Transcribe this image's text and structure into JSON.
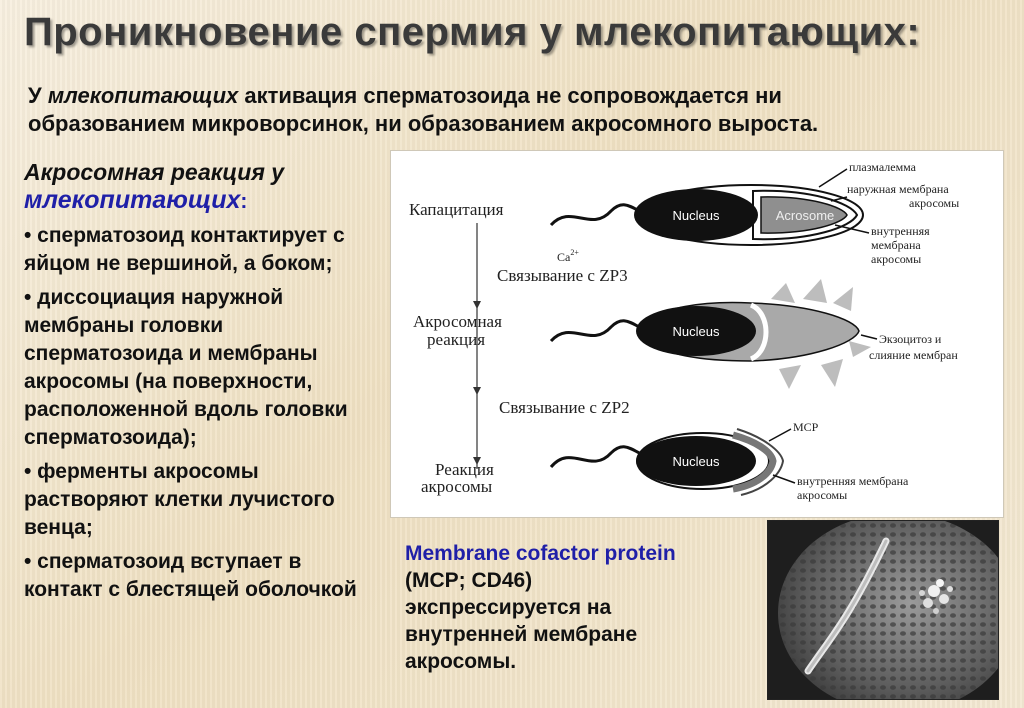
{
  "title": "Проникновение спермия у млекопитающих:",
  "intro": {
    "prefix": "У ",
    "emph": "млекопитающих",
    "line1_rest": " активация сперматозоида не сопровождается ни",
    "line2": "образованием микроворсинок, ни образованием акросомного выроста."
  },
  "left": {
    "heading_line1": "Акросомная реакция у",
    "heading_line2": "млекопитающих",
    "heading_colon": ":",
    "bullets": [
      "• сперматозоид контактирует с яйцом не вершиной, а боком;",
      "• диссоциация наружной мембраны головки сперматозоида и мембраны акросомы (на поверхности, расположенной вдоль головки сперматозоида);",
      "• ферменты акросомы растворяют клетки лучистого венца;",
      "• сперматозоид вступает в контакт с блестящей оболочкой"
    ]
  },
  "diagram": {
    "stage_capacitation": "Капацитация",
    "ca": "Ca",
    "ca_sup": "2+",
    "binding_zp3": "Связывание с ZP3",
    "acrosome_reaction_1": "Акросомная",
    "acrosome_reaction_2": "реакция",
    "binding_zp2": "Связывание с ZP2",
    "reaction_acrosome_1": "Реакция",
    "reaction_acrosome_2": "акросомы",
    "nucleus": "Nucleus",
    "acrosome": "Acrosome",
    "lbl_plasmalemma": "плазмалемма",
    "lbl_outer_1": "наружная мембрана",
    "lbl_outer_2": "акросомы",
    "lbl_inner_1": "внутренняя",
    "lbl_inner_2": "мембрана",
    "lbl_inner_3": "акросомы",
    "lbl_exo_1": "Экзоцитоз и",
    "lbl_exo_2": "слияние мембран",
    "lbl_mcp": "MCP",
    "lbl_inner_b1": "внутренняя мембрана",
    "lbl_inner_b2": "акросомы"
  },
  "mcp": {
    "title": "Membrane cofactor protein",
    "line2": "(MCP; CD46)",
    "line3": "экспрессируется на",
    "line4": "внутренней мембране",
    "line5": "акросомы."
  }
}
